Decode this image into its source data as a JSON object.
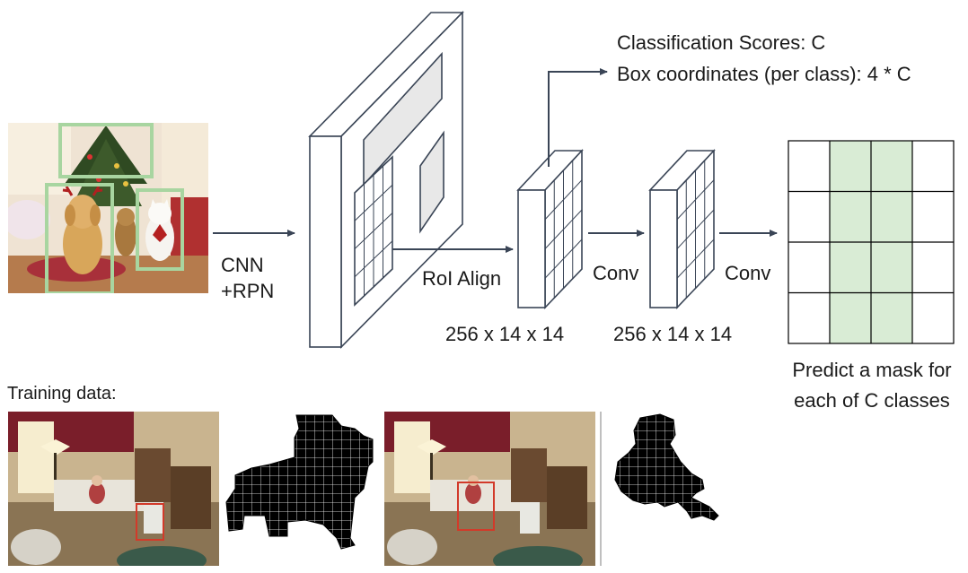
{
  "labels": {
    "cnn_rpn_line1": "CNN",
    "cnn_rpn_line2": "+RPN",
    "roi_align": "RoI Align",
    "conv1": "Conv",
    "conv2": "Conv",
    "dims1": "256 x 14 x 14",
    "dims2": "256 x 14 x 14",
    "cls_scores": "Classification Scores: C",
    "box_coords": "Box coordinates (per class): 4 * C",
    "predict_line1": "Predict a mask for",
    "predict_line2": "each of C classes",
    "training_data": "Training data:"
  },
  "colors": {
    "stroke": "#3a4556",
    "mask_fill": "#d9ecd5",
    "bbox_green": "#a8d5a0",
    "bbox_red": "#d23a2a",
    "panel_fill": "#e8e8e8"
  }
}
